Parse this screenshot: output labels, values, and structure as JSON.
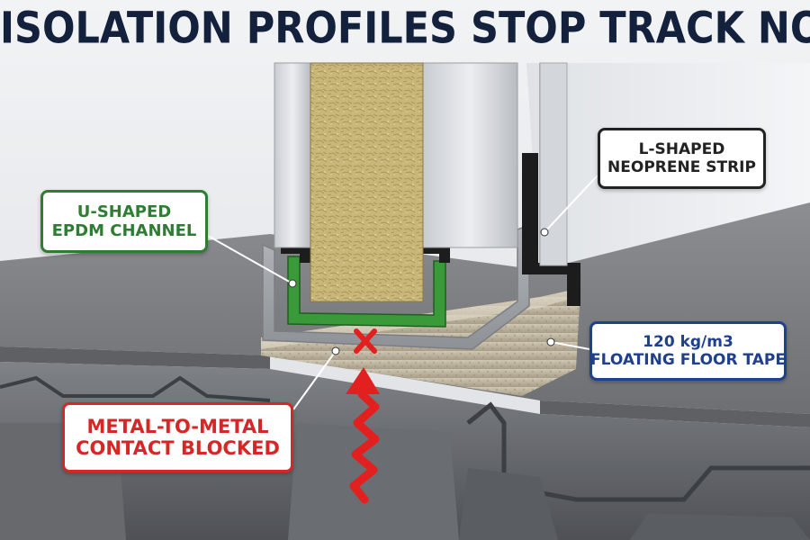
{
  "title": "ISOLATION PROFILES STOP TRACK NOISE",
  "callouts": {
    "epdm": {
      "line1": "U-SHAPED",
      "line2": "EPDM CHANNEL"
    },
    "neoprene": {
      "line1": "L-SHAPED",
      "line2": "NEOPRENE STRIP"
    },
    "tape": {
      "line1": "120 kg/m3",
      "line2": "FLOATING FLOOR TAPE"
    },
    "metal": {
      "line1": "METAL-TO-METAL",
      "line2": "CONTACT BLOCKED"
    }
  },
  "colors": {
    "title": "#14213d",
    "epdm": "#2e7d32",
    "neoprene": "#222222",
    "tape": "#1f3f8f",
    "metal": "#d62626"
  },
  "icons": {
    "block_mark": "x-mark-icon",
    "vibration": "zigzag-arrow-icon"
  }
}
